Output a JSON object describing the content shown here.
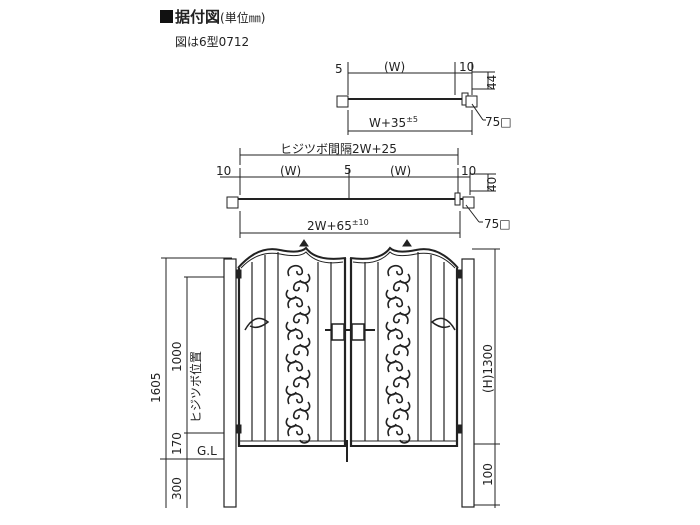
{
  "header": {
    "title": "据付図",
    "unit": "(単位㎜)",
    "subtitle": "図は6型0712"
  },
  "plan_single": {
    "left_gap": "5",
    "opening": "(W)",
    "right_gap": "10",
    "depth": "44",
    "total": "W+35",
    "total_tol": "±5",
    "post": "75□"
  },
  "plan_double": {
    "hinge_pitch": "ヒジツボ間隔2W+25",
    "left_gap": "10",
    "leaf_left": "(W)",
    "center_gap": "5",
    "leaf_right": "(W)",
    "right_gap": "10",
    "depth": "40",
    "total": "2W+65",
    "total_tol": "±10",
    "post": "75□"
  },
  "elevation": {
    "overall": "1605",
    "hinge_height": "1000",
    "hinge_label": "ヒジツボ位置",
    "lower": "170",
    "embed": "300",
    "ground": "G.L",
    "gate_height": "(H)1300",
    "clearance": "100"
  }
}
